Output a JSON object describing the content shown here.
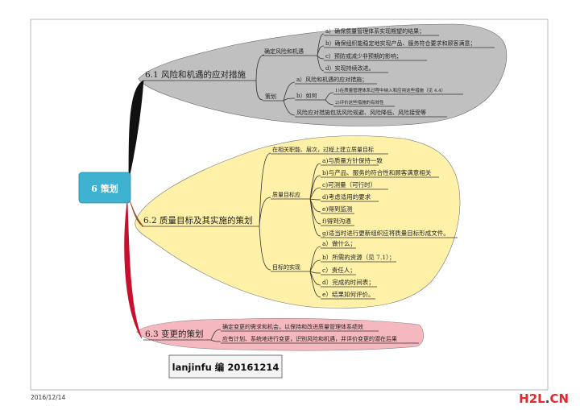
{
  "central": "6 策划",
  "sections": {
    "s1": {
      "title": "6.1 风险和机遇的应对措施",
      "g1": {
        "label": "确定风险和机遇",
        "items": [
          "a）确保质量管理体系实现期望的结果；",
          "b）确保组织能稳定地实现产品、服务符合要求和顾客满意；",
          "c）预防或减少非预期的影响；",
          "d）实现持续改进。"
        ]
      },
      "g2": {
        "label": "策划",
        "a": "a）风险和机遇的应对措施；",
        "b": "b）如何",
        "b_items": [
          "1)在质量管理体系过程中纳入和应用这些措施（见 4.4）",
          "2)评价这些措施的有效性"
        ],
        "c": "风险应对措施包括风险规避、风险降低、风险接受等"
      }
    },
    "s2": {
      "title": "6.2 质量目标及其实施的策划",
      "top": "在相关职能、层次，过程上建立质量目标",
      "g1": {
        "label": "质量目标应",
        "items": [
          "a)与质量方针保持一致",
          "b)与产品、服务的符合性和顾客满意相关",
          "c)可测量（可行时）",
          "d)考虑适用的要求",
          "e)得到监测",
          "f)得到沟通",
          "g)适当时进行更新组织应将质量目标形成文件。"
        ]
      },
      "g2": {
        "label": "目标的实现",
        "items": [
          "a）做什么；",
          "b）所需的资源（见 7.1）；",
          "c）责任人；",
          "d）完成的时间表；",
          "e）结果如何评价。"
        ]
      }
    },
    "s3": {
      "title": "6.3 变更的策划",
      "items": [
        "确定变更的需求和机会，以保持和改进质量管理体系绩效",
        "应有计划、系统地进行变更，识别风险和机遇，并评价变更的潜在后果"
      ]
    }
  },
  "author_box": "lanjinfu 编 20161214",
  "footer_date": "2016/12/14",
  "watermark": {
    "h2l": "H2L",
    "dot": ".",
    "cn": "CN"
  },
  "colors": {
    "gray_fill": "#c0c0c0",
    "yellow_fill": "#fff1a8",
    "pink_fill": "#f4b8be",
    "central_fill": "#3fb2d2",
    "watermark_red": "#e8262b"
  }
}
